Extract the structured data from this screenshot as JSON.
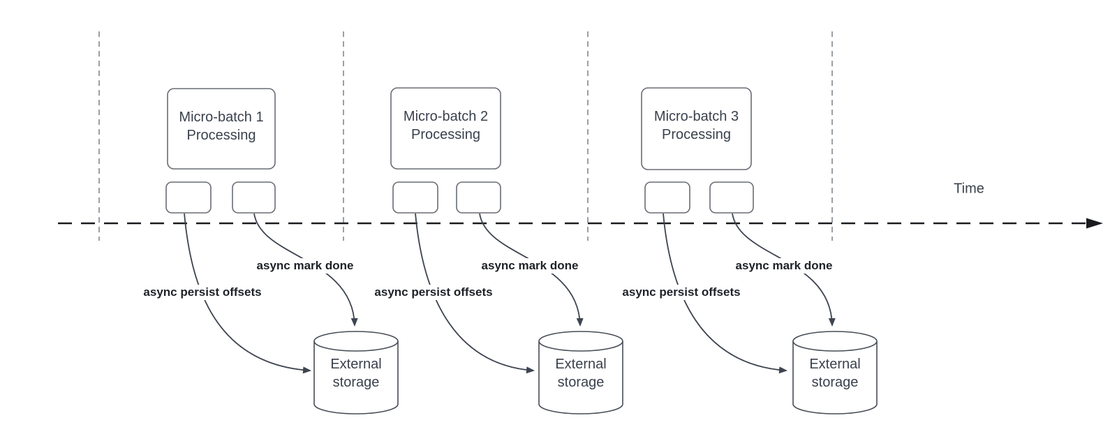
{
  "colors": {
    "background": "#ffffff",
    "shape_border": "#686d74",
    "connector": "#3e4450",
    "axis_line": "#191b1e",
    "boundary_line": "#9aa0a6",
    "shape_text": "#3a414d",
    "label_text": "#1e2227"
  },
  "time_axis": {
    "label": "Time"
  },
  "batches": [
    {
      "title": "Micro-batch 1\nProcessing",
      "persist_label": "async persist offsets",
      "done_label": "async mark done",
      "storage": "External\nstorage"
    },
    {
      "title": "Micro-batch 2\nProcessing",
      "persist_label": "async persist offsets",
      "done_label": "async mark done",
      "storage": "External\nstorage"
    },
    {
      "title": "Micro-batch 3\nProcessing",
      "persist_label": "async persist offsets",
      "done_label": "async mark done",
      "storage": "External\nstorage"
    }
  ]
}
